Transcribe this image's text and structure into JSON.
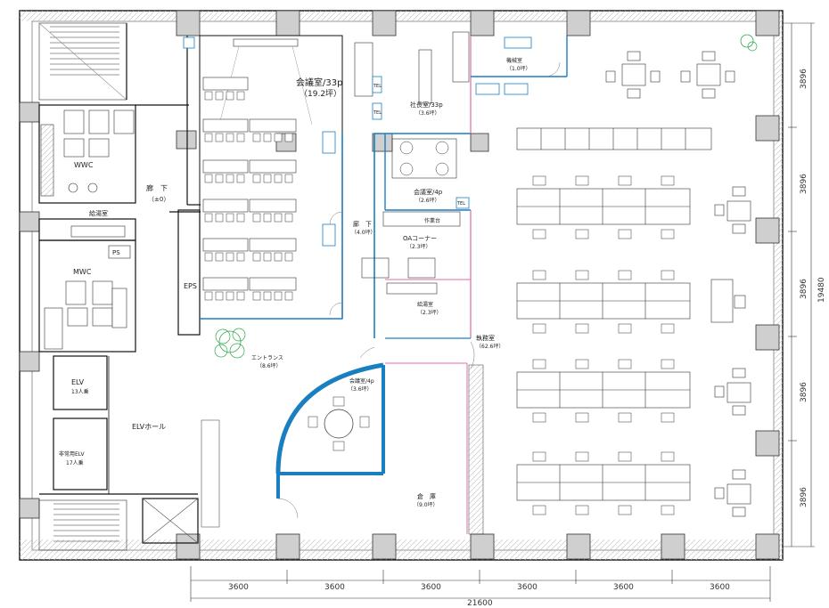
{
  "rooms": {
    "meeting_large": {
      "name": "会議室/33p",
      "area": "（19.2坪）"
    },
    "hallway_upper": {
      "name": "廊　下",
      "area": "（±0）"
    },
    "wwc": {
      "name": "WWC"
    },
    "mwc": {
      "name": "MWC"
    },
    "kitchenette": {
      "name": "給湯室"
    },
    "ps": {
      "name": "PS"
    },
    "eps": {
      "name": "EPS"
    },
    "elv": {
      "name": "ELV",
      "capacity": "13人乗"
    },
    "elv_hall": {
      "name": "ELVホール"
    },
    "freight_elv": {
      "name": "非常用ELV",
      "capacity": "17人乗"
    },
    "hallway_center": {
      "name": "廊　下",
      "area": "（4.0坪）"
    },
    "president": {
      "name": "社長室/33p",
      "area": "（3.6坪）"
    },
    "meeting_4p_a": {
      "name": "会議室/4p",
      "area": "（2.6坪）"
    },
    "oa_corner": {
      "name": "OAコーナー",
      "area": "（2.3坪）"
    },
    "kitchen_small": {
      "name": "給湯室",
      "area": "（2.3坪）"
    },
    "entrance": {
      "name": "エントランス",
      "area": "（8.6坪）"
    },
    "meeting_4p_b": {
      "name": "会議室/4p",
      "area": "（3.6坪）"
    },
    "office": {
      "name": "執務室",
      "area": "（62.6坪）"
    },
    "storage": {
      "name": "倉　庫",
      "area": "（9.0坪）"
    },
    "server": {
      "name": "機械室",
      "area": "（1.0坪）"
    }
  },
  "small_labels": {
    "tel": "TEL",
    "copy": "作業台"
  },
  "dimensions": {
    "bottom": [
      "3600",
      "3600",
      "3600",
      "3600",
      "3600",
      "3600"
    ],
    "bottom_total": "21600",
    "right": [
      "3896",
      "3896",
      "3896",
      "3896",
      "3896"
    ],
    "right_total": "19480"
  },
  "colors": {
    "wall": "#111111",
    "partition_blue": "#1a7fc0",
    "partition_pink": "#e06aa8",
    "column_fill": "#cfcfcf",
    "plant": "#2fa84f"
  }
}
